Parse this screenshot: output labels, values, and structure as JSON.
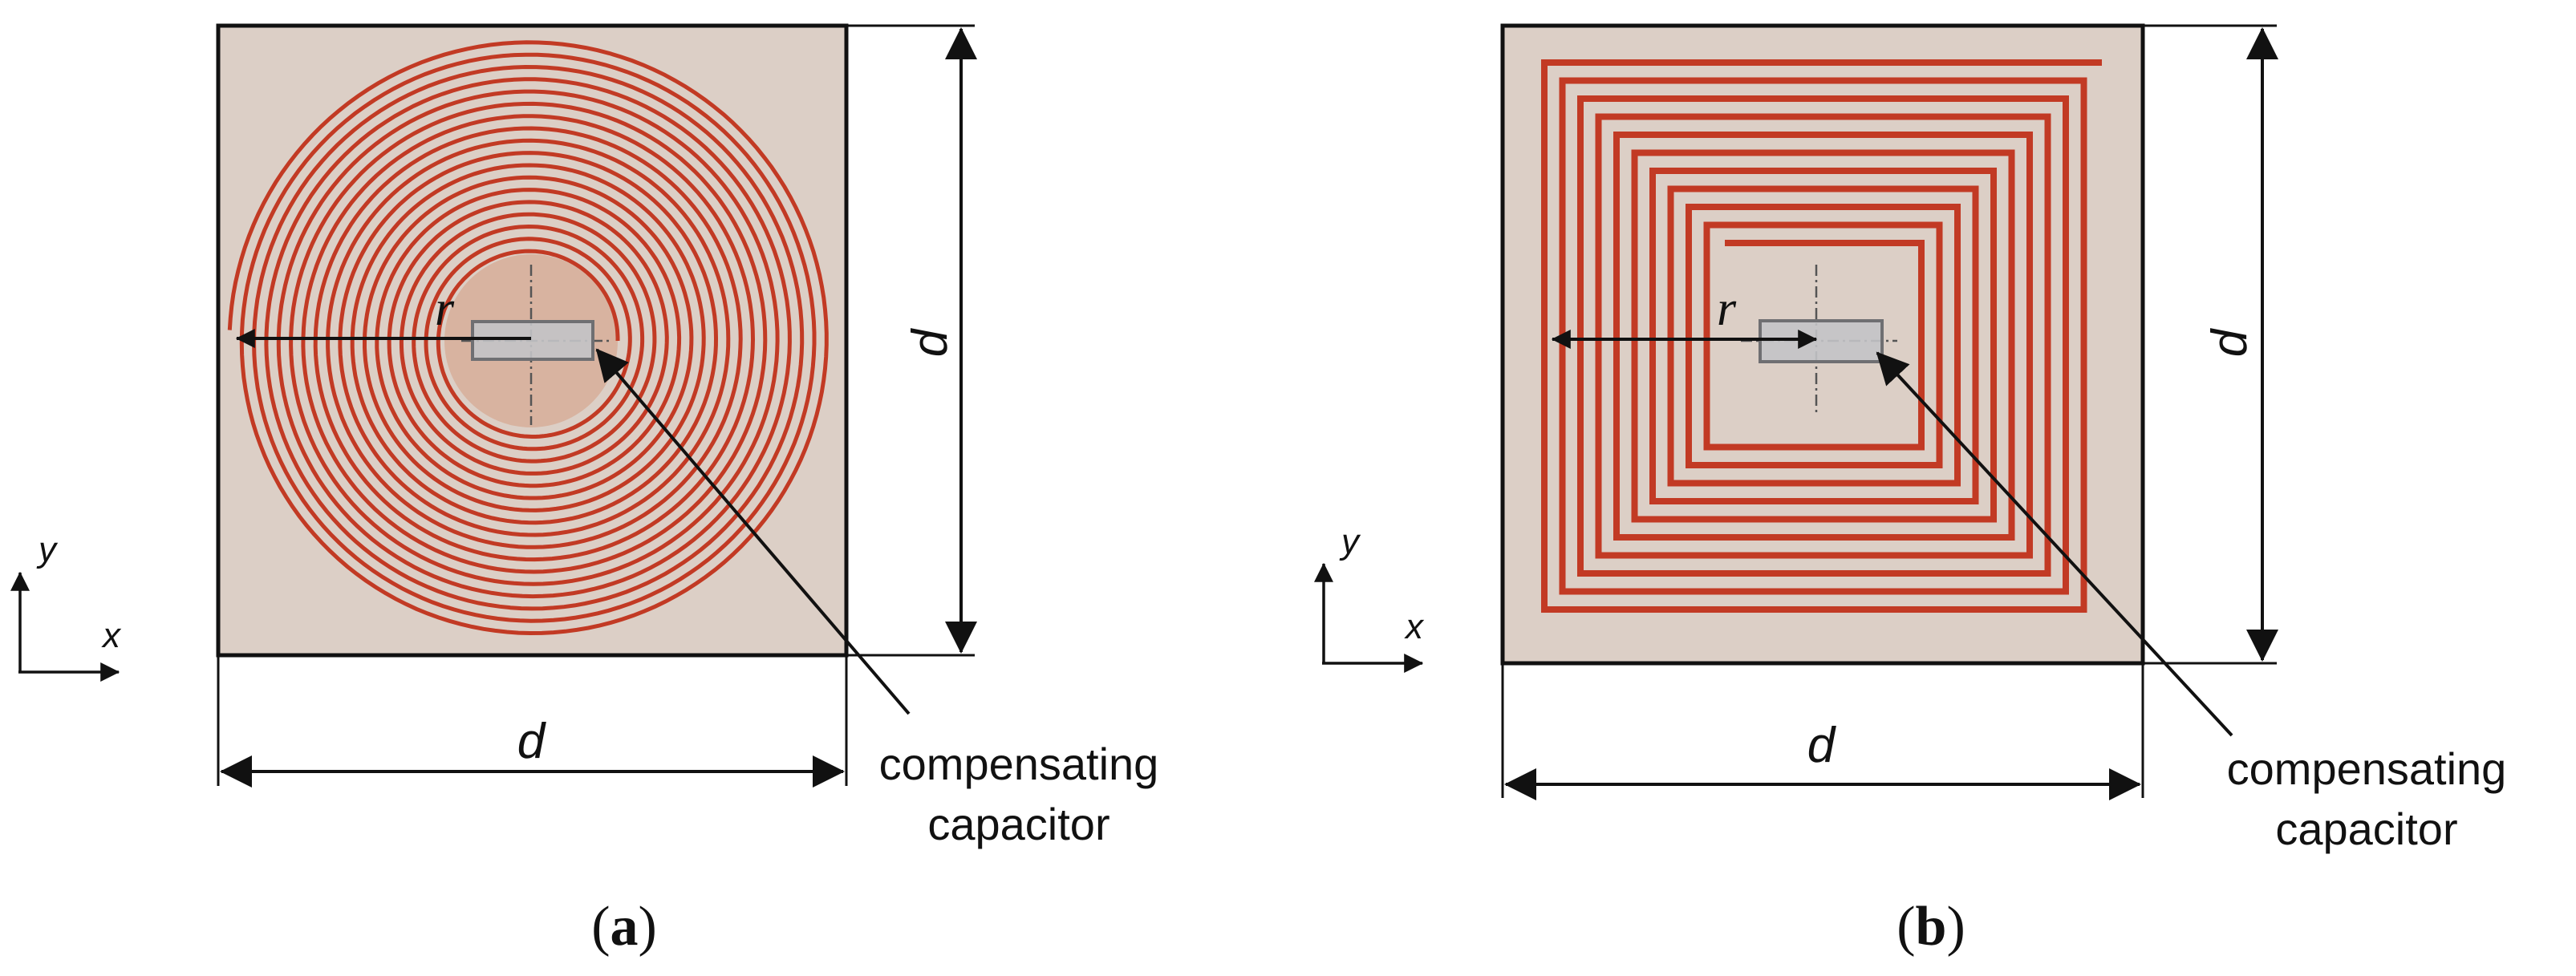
{
  "panel_a": {
    "caption_open": "(",
    "caption_letter": "a",
    "caption_close": ")",
    "radius_label": "r",
    "dimension_vertical_label": "d",
    "dimension_horizontal_label": "d",
    "callout_line1": "compensating",
    "callout_line2": "capacitor",
    "axis_y_label": "y",
    "axis_x_label": "x",
    "coil_shape": "circular-spiral"
  },
  "panel_b": {
    "caption_open": "(",
    "caption_letter": "b",
    "caption_close": ")",
    "radius_label": "r",
    "dimension_vertical_label": "d",
    "dimension_horizontal_label": "d",
    "callout_line1": "compensating",
    "callout_line2": "capacitor",
    "axis_y_label": "y",
    "axis_x_label": "x",
    "coil_shape": "square-spiral"
  },
  "colors": {
    "substrate": "#dccfc6",
    "center_disc": "#d8b3a0",
    "coil_trace": "#c23a24",
    "capacitor_fill": "#c3c3c7",
    "capacitor_stroke": "#6f6f72",
    "line": "#111111"
  }
}
